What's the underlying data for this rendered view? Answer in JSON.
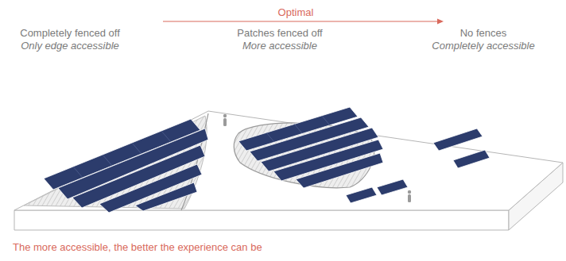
{
  "diagram": {
    "labels": [
      "Optimal",
      "Completely fenced off",
      "Only edge accessible",
      "Patches fenced off",
      "More accessible",
      "No fences",
      "Completely accessible",
      "The more accessible, the better the experience can be"
    ]
  }
}
